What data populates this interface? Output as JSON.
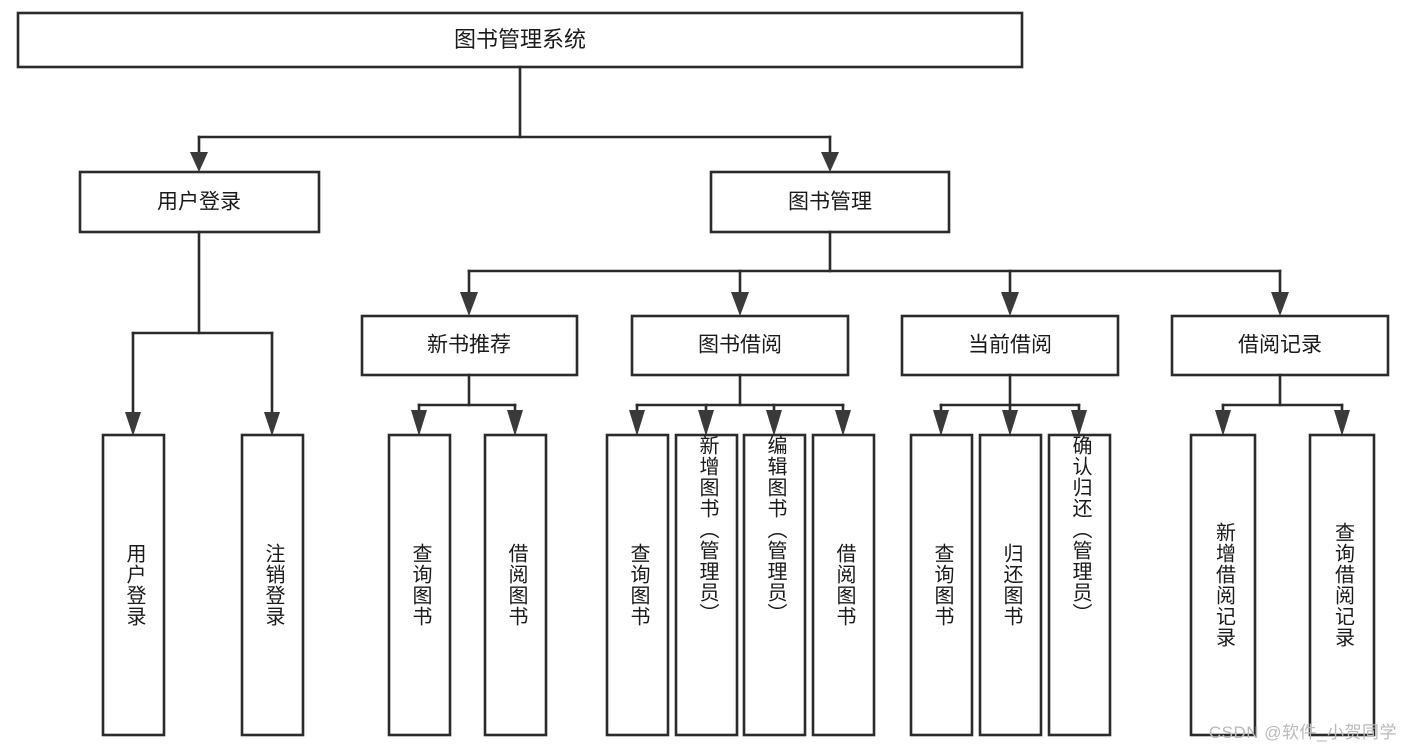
{
  "diagram": {
    "title": "图书管理系统",
    "type": "hierarchy-tree",
    "watermark": "CSDN @软件_小贺同学",
    "colors": {
      "background": "#ffffff",
      "box_fill": "#ffffff",
      "box_stroke": "#2b2b2b",
      "connector": "#2b2b2b",
      "arrow": "#3a3a3a",
      "text": "#1a1a1a",
      "watermark": "#b9b9b9"
    },
    "root": {
      "label": "图书管理系统"
    },
    "level2": [
      {
        "label": "用户登录"
      },
      {
        "label": "图书管理"
      }
    ],
    "level3": [
      {
        "label": "新书推荐"
      },
      {
        "label": "图书借阅"
      },
      {
        "label": "当前借阅"
      },
      {
        "label": "借阅记录"
      }
    ],
    "leaves": {
      "user_login": [
        {
          "label": "用户登录"
        },
        {
          "label": "注销登录"
        }
      ],
      "new_book_recommend": [
        {
          "label": "查询图书"
        },
        {
          "label": "借阅图书"
        }
      ],
      "book_borrow": [
        {
          "label": "查询图书"
        },
        {
          "label": "新增图书（管理员）"
        },
        {
          "label": "编辑图书（管理员）"
        },
        {
          "label": "借阅图书"
        }
      ],
      "current_borrow": [
        {
          "label": "查询图书"
        },
        {
          "label": "归还图书"
        },
        {
          "label": "确认归还（管理员）"
        }
      ],
      "borrow_record": [
        {
          "label": "新增借阅记录"
        },
        {
          "label": "查询借阅记录"
        }
      ]
    }
  }
}
